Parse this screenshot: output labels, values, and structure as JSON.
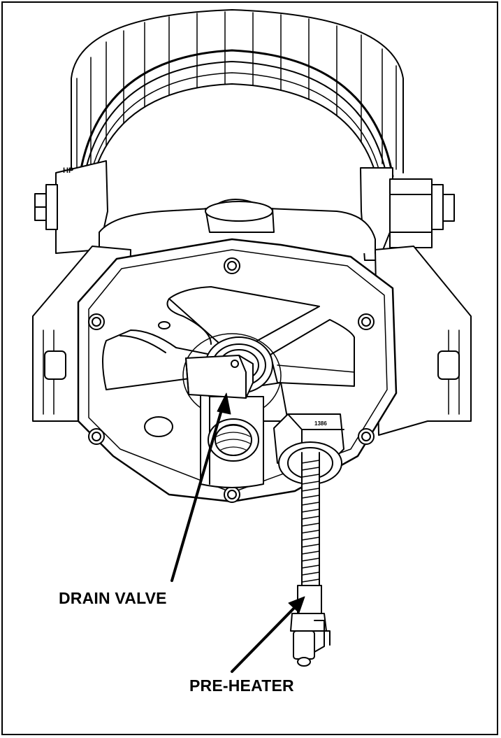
{
  "figure": {
    "callouts": {
      "drain_valve": "DRAIN VALVE",
      "pre_heater": "PRE-HEATER"
    },
    "part_marks": {
      "bowl_mark": "HP",
      "nut_mark": "1386"
    }
  }
}
